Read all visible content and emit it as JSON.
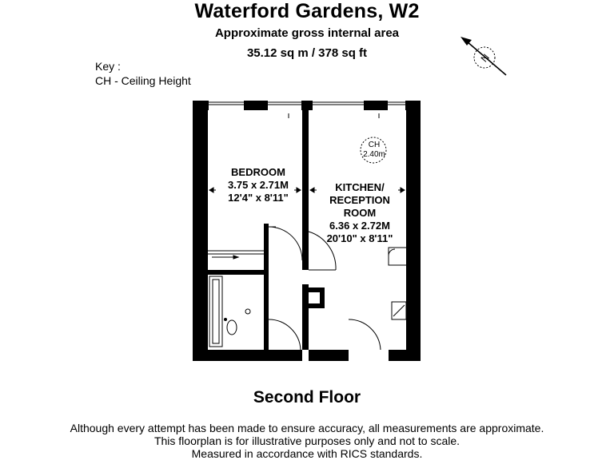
{
  "header": {
    "title": "Waterford Gardens, W2",
    "area_label": "Approximate gross internal area",
    "area_value": "35.12 sq m / 378 sq ft"
  },
  "key": {
    "heading": "Key :",
    "entry": "CH - Ceiling Height"
  },
  "compass": {
    "letter": "N",
    "icon": "north-arrow-icon"
  },
  "rooms": {
    "bedroom": {
      "name": "BEDROOM",
      "metric": "3.75 x 2.71M",
      "imperial": "12'4\" x 8'11\""
    },
    "kitchen": {
      "name_line1": "KITCHEN/",
      "name_line2": "RECEPTION",
      "name_line3": "ROOM",
      "metric": "6.36 x 2.72M",
      "imperial": "20'10\" x 8'11\""
    }
  },
  "ceiling_height": {
    "label": "CH",
    "value": "2.40m"
  },
  "floor": {
    "label": "Second Floor"
  },
  "disclaimer": {
    "line1": "Although every attempt has been made to ensure accuracy, all measurements are approximate.",
    "line2": "This floorplan is for illustrative purposes only and not to scale.",
    "line3": "Measured in accordance with RICS standards."
  },
  "colors": {
    "wall": "#000000",
    "background": "#ffffff"
  }
}
